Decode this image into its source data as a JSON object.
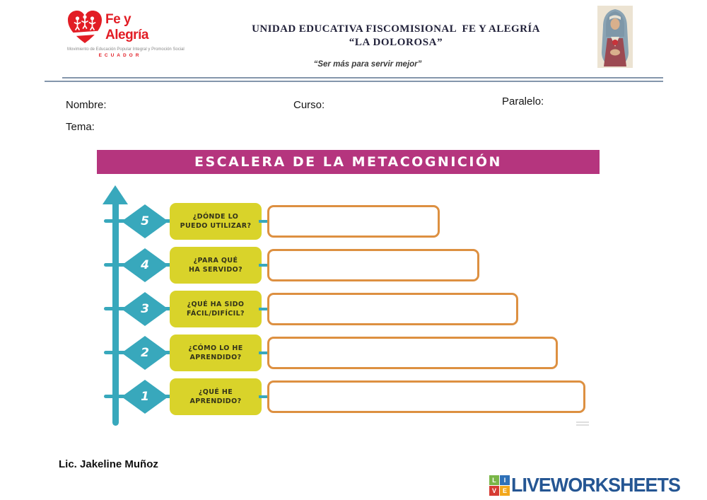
{
  "header": {
    "logo": {
      "title": "Fe y Alegría",
      "subtitle": "Movimiento de Educación Popular Integral y Promoción Social",
      "country": "ECUADOR"
    },
    "school_line1": "UNIDAD EDUCATIVA FISCOMISIONAL  FE Y ALEGRÍA",
    "school_line2": "“LA DOLOROSA”",
    "motto": "“Ser más para servir mejor”"
  },
  "form": {
    "nombre_label": "Nombre:",
    "curso_label": "Curso:",
    "paralelo_label": "Paralelo:",
    "tema_label": "Tema:"
  },
  "diagram": {
    "title": "ESCALERA DE LA METACOGNICIÓN",
    "colors": {
      "banner": "#b5357e",
      "teal": "#38a8bc",
      "yellow": "#d9d32a",
      "orange_border": "#dd9041"
    },
    "steps": [
      {
        "number": "5",
        "line1": "¿DÓNDE LO",
        "line2": "PUEDO UTILIZAR?",
        "answer": ""
      },
      {
        "number": "4",
        "line1": "¿PARA QUÉ",
        "line2": "HA SERVIDO?",
        "answer": ""
      },
      {
        "number": "3",
        "line1": "¿QUÉ HA SIDO",
        "line2": "FÁCIL/DIFÍCIL?",
        "answer": ""
      },
      {
        "number": "2",
        "line1": "¿CÓMO LO HE",
        "line2": "APRENDIDO?",
        "answer": ""
      },
      {
        "number": "1",
        "line1": "¿QUÉ HE",
        "line2": "APRENDIDO?",
        "answer": ""
      }
    ]
  },
  "footer": {
    "teacher": "Lic. Jakeline Muñoz",
    "brand": {
      "name": "LIVEWORKSHEETS",
      "squares": [
        "L",
        "I",
        "V",
        "E"
      ]
    }
  }
}
